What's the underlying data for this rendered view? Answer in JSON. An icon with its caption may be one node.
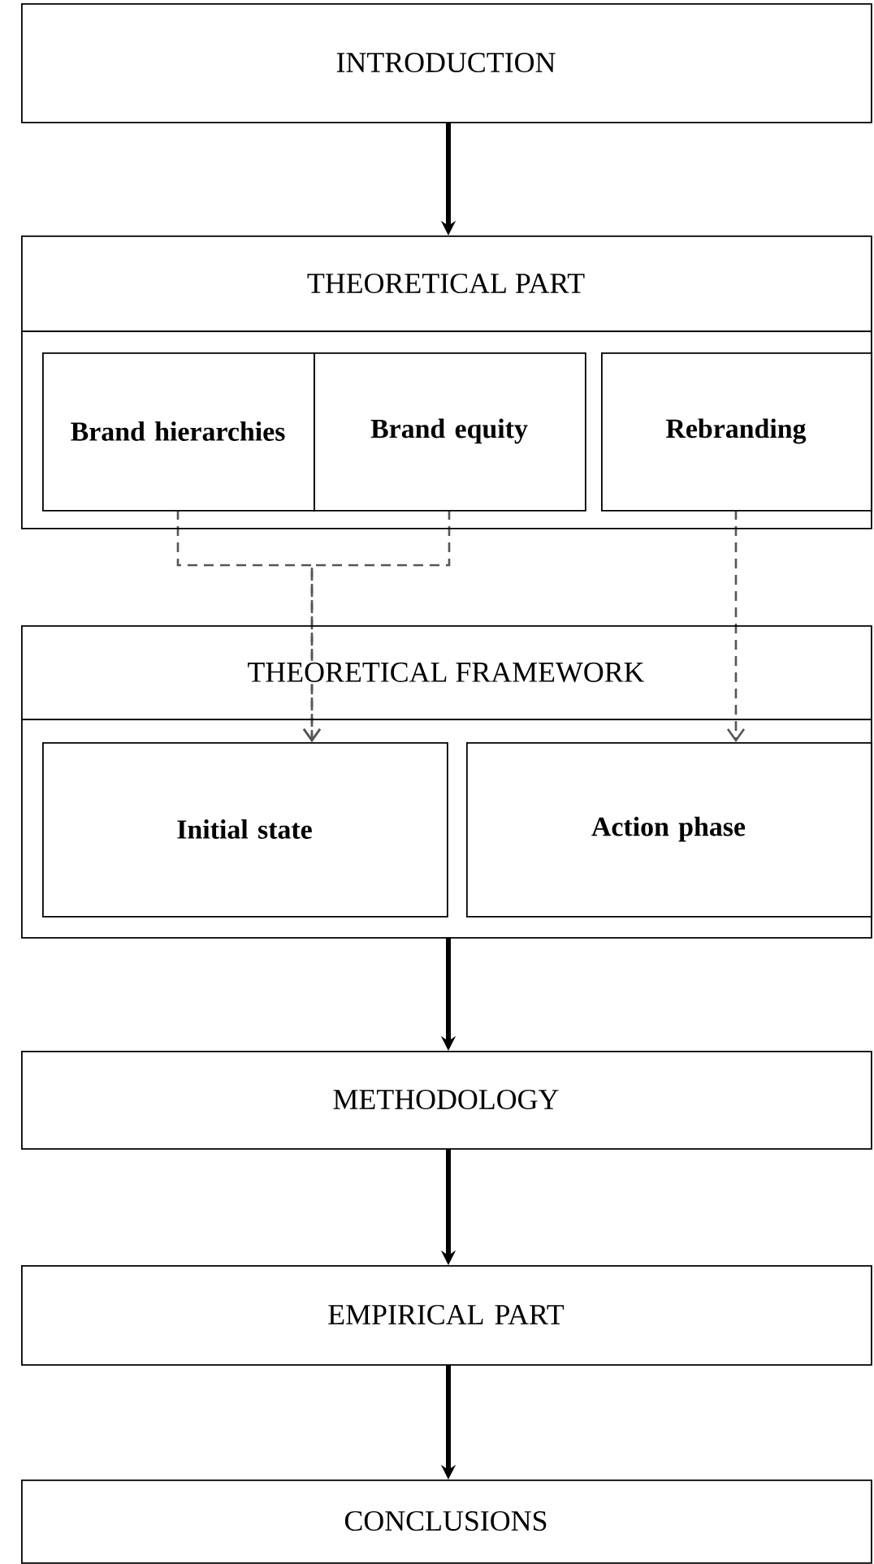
{
  "diagram": {
    "nodes": [
      {
        "text": [
          "INTRODUCTION"
        ]
      },
      {
        "text": [
          "THEORETICAL PART"
        ]
      },
      {
        "text": [
          "Brand hierarchies"
        ],
        "in": 1
      },
      {
        "text": [
          "Brand equity"
        ],
        "in": 1
      },
      {
        "text": [
          "Rebranding"
        ],
        "in": 1
      },
      {
        "text": [
          "THEORETICAL FRAMEWORK"
        ]
      },
      {
        "text": [
          "Initial state"
        ],
        "in": 5
      },
      {
        "text": [
          "Action phase"
        ],
        "in": 5
      },
      {
        "text": [
          "METHODOLOGY"
        ]
      },
      {
        "text": [
          "EMPIRICAL PART"
        ]
      },
      {
        "text": [
          "CONCLUSIONS"
        ]
      }
    ],
    "edges": [
      {
        "from": 0,
        "to": 1,
        "arrow": "to"
      },
      {
        "from": 2,
        "to": 6,
        "arrow": "to",
        "style": "dashed",
        "color": "#555555"
      },
      {
        "from": 3,
        "to": 6,
        "arrow": "to",
        "style": "dashed",
        "color": "#555555"
      },
      {
        "from": 4,
        "to": 7,
        "arrow": "to",
        "style": "dashed",
        "color": "#555555"
      },
      {
        "from": 5,
        "to": 8,
        "arrow": "to"
      },
      {
        "from": 8,
        "to": 9,
        "arrow": "to"
      },
      {
        "from": 9,
        "to": 10,
        "arrow": "to"
      }
    ]
  }
}
